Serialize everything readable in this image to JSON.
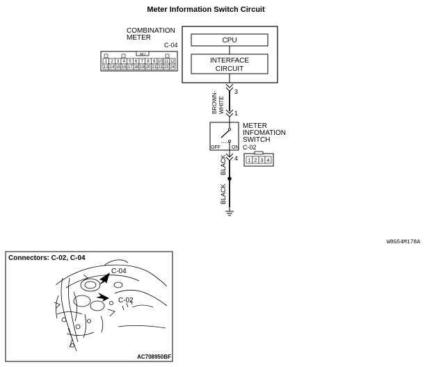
{
  "title": "Meter Information Switch Circuit",
  "meter": {
    "name_line1": "COMBINATION",
    "name_line2": "METER",
    "connector": "C-04",
    "cpu_label": "CPU",
    "interface_line1": "INTERFACE",
    "interface_line2": "CIRCUIT",
    "connector_pins_top": [
      "1",
      "2",
      "3",
      "4",
      "5",
      "6",
      "7",
      "8",
      "9",
      "10",
      "11",
      "12"
    ],
    "connector_pins_bottom": [
      "13",
      "14",
      "15",
      "16",
      "17",
      "18",
      "19",
      "20",
      "21",
      "22",
      "23",
      "24"
    ],
    "connector_tag": "MU"
  },
  "wire_upper": {
    "pin_top": "3",
    "pin_bottom": "1",
    "color_line1": "BROWN-",
    "color_line2": "WHITE"
  },
  "switch": {
    "name_line1": "METER",
    "name_line2": "INFOMATION",
    "name_line3": "SWITCH",
    "connector": "C-02",
    "off_label": "OFF",
    "on_label": "ON",
    "pin_out": "4",
    "connector_pins": [
      "1",
      "2",
      "3",
      "4"
    ]
  },
  "wire_lower": {
    "color_a": "BLACK",
    "color_b": "BLACK"
  },
  "diagram_code": "W8G54M178A",
  "inset": {
    "title": "Connectors: C-02, C-04",
    "callout_c04": "C-04",
    "callout_c02": "C-02",
    "code": "AC708950BF"
  }
}
